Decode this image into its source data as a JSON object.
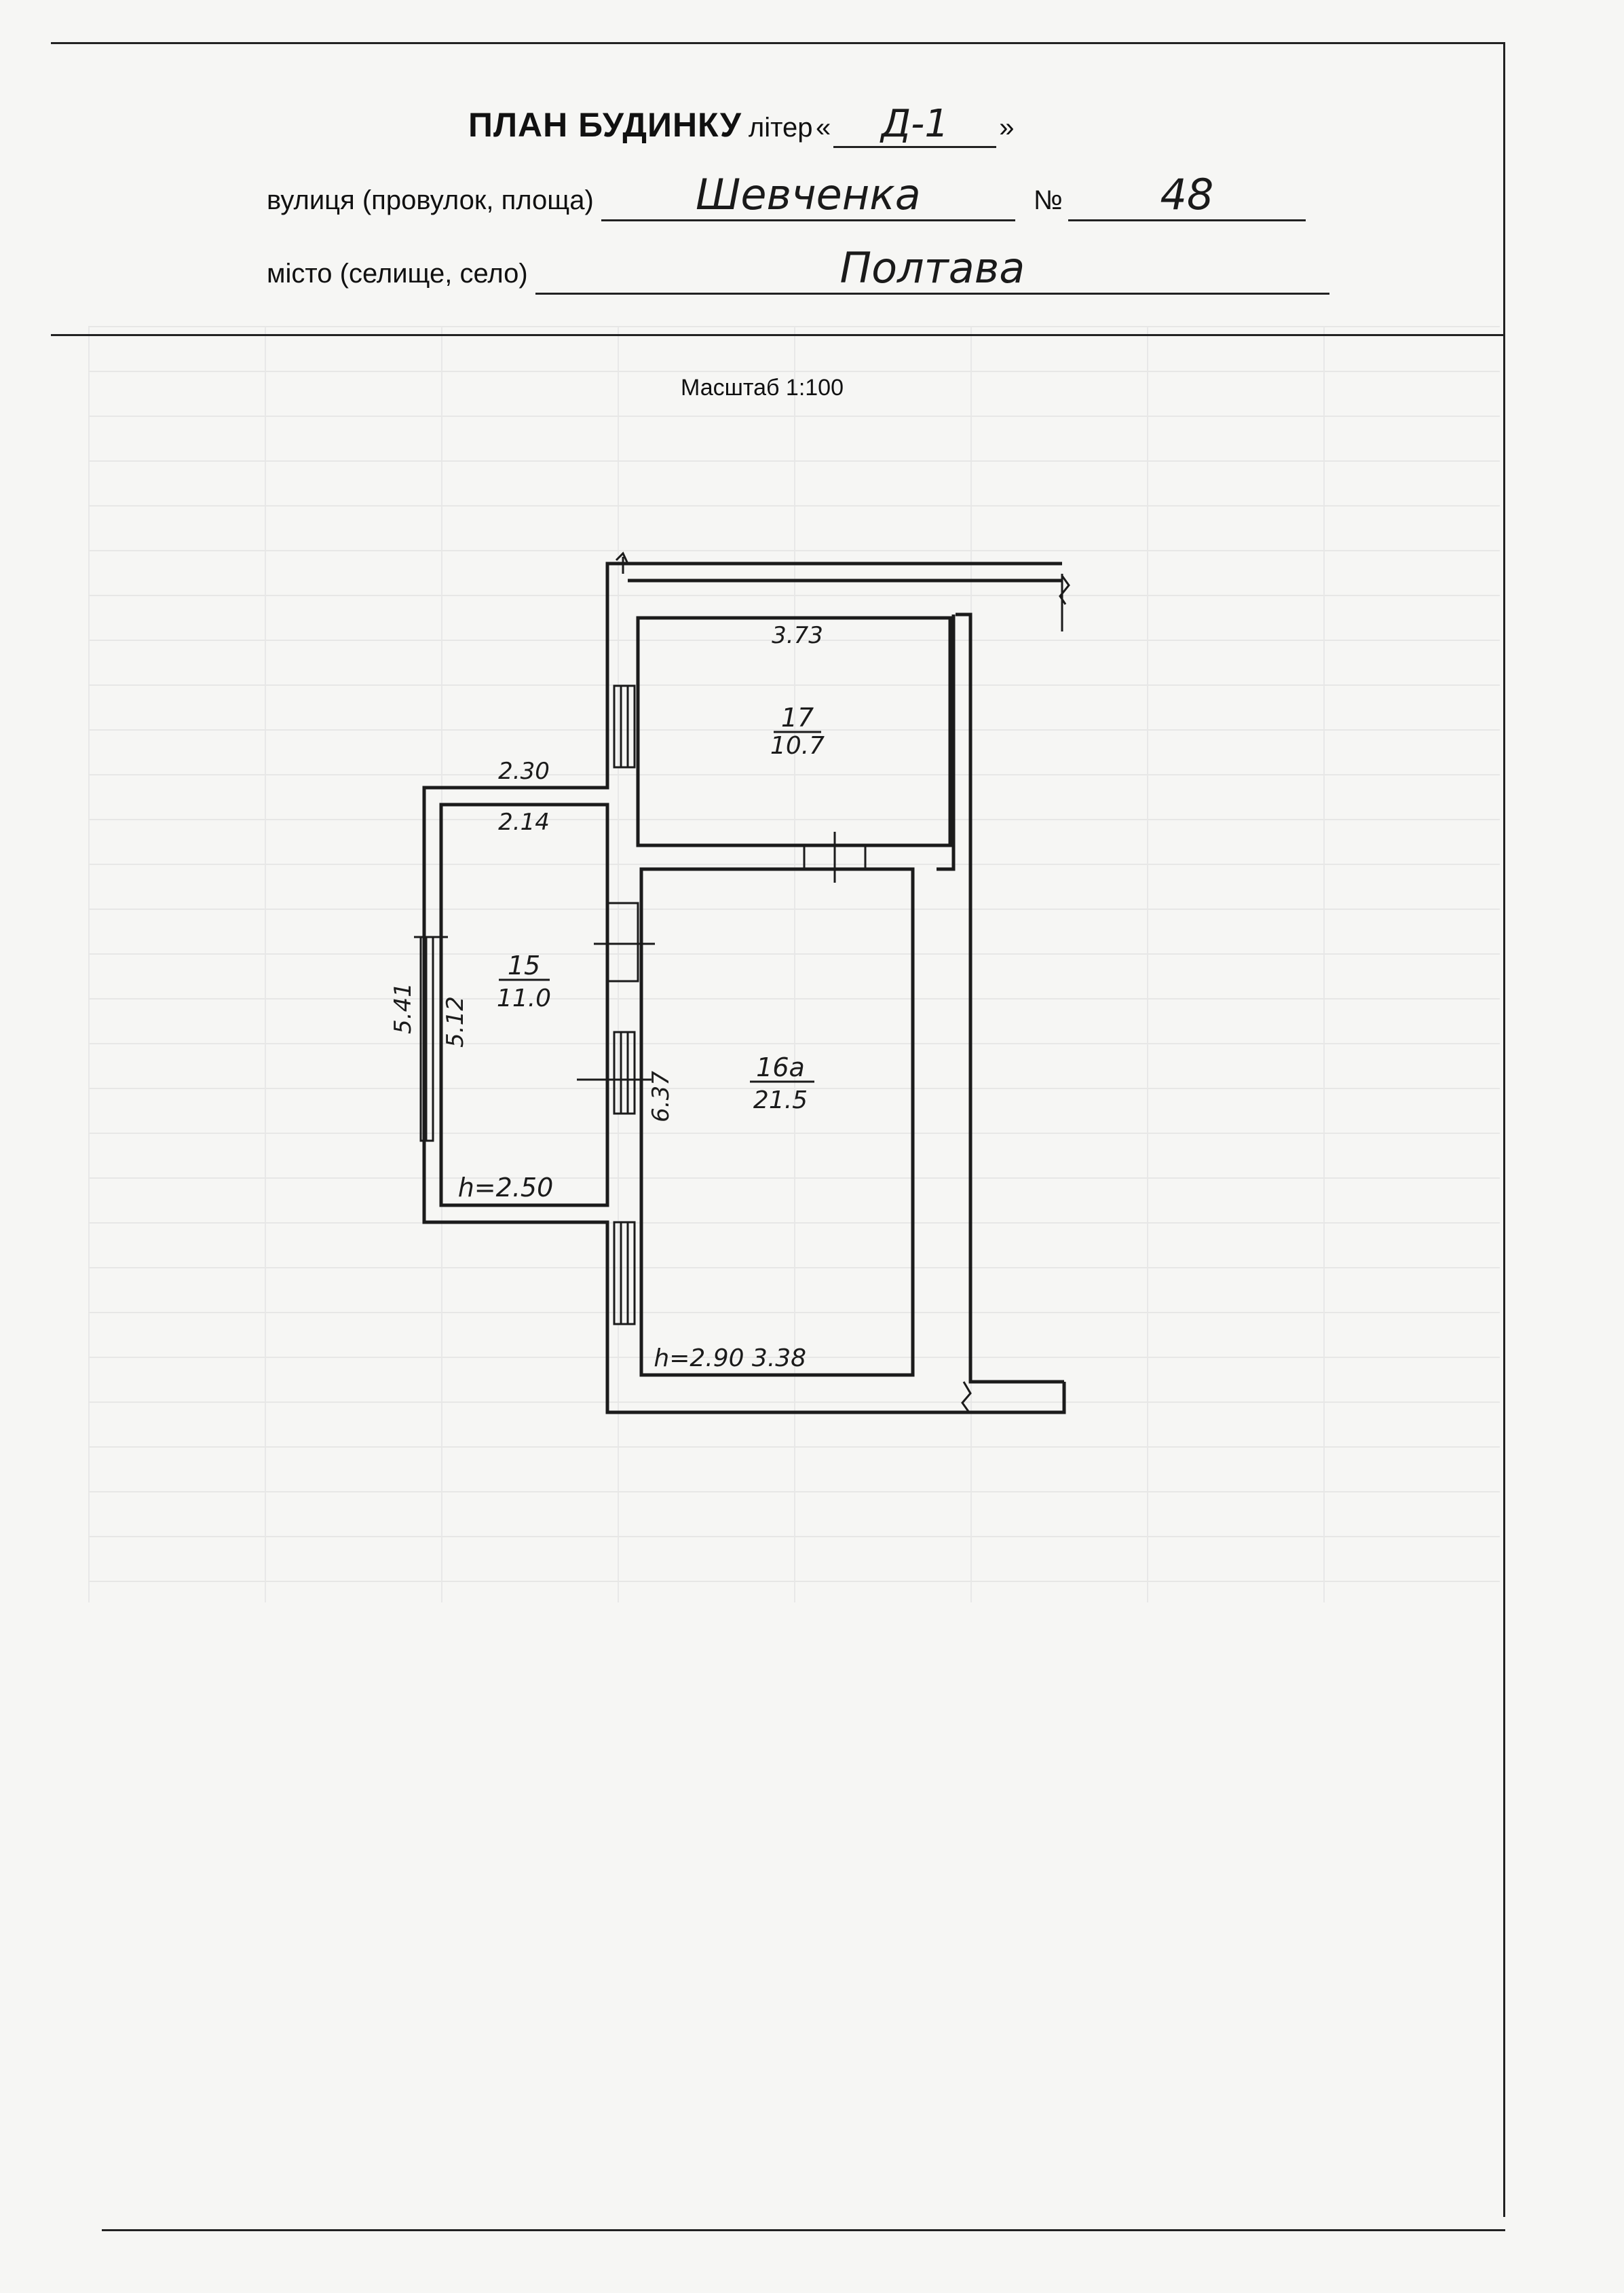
{
  "header": {
    "title": "ПЛАН БУДИНКУ",
    "title_suffix": "літер",
    "quote_open": "«",
    "quote_close": "»",
    "letter_value": "Д-1",
    "street_label": "вулиця (провулок, площа)",
    "street_value": "Шевченка",
    "number_label": "№",
    "number_value": "48",
    "city_label": "місто (селище, село)",
    "city_value": "Полтава"
  },
  "scale": "Масштаб 1:100",
  "plan": {
    "room_17": {
      "number": "17",
      "area": "10.7"
    },
    "room_15": {
      "number": "15",
      "area": "11.0"
    },
    "room_16a": {
      "number": "16а",
      "area": "21.5"
    },
    "dimensions": {
      "room17_width": "3.73",
      "room15_outer_width": "2.30",
      "room15_inner_width": "2.14",
      "room15_outer_length": "5.41",
      "room15_inner_length": "5.12",
      "room15_height": "h=2.50",
      "room16_length": "6.37",
      "room16_height": "h=2.90",
      "room16_width": "3.38"
    }
  }
}
